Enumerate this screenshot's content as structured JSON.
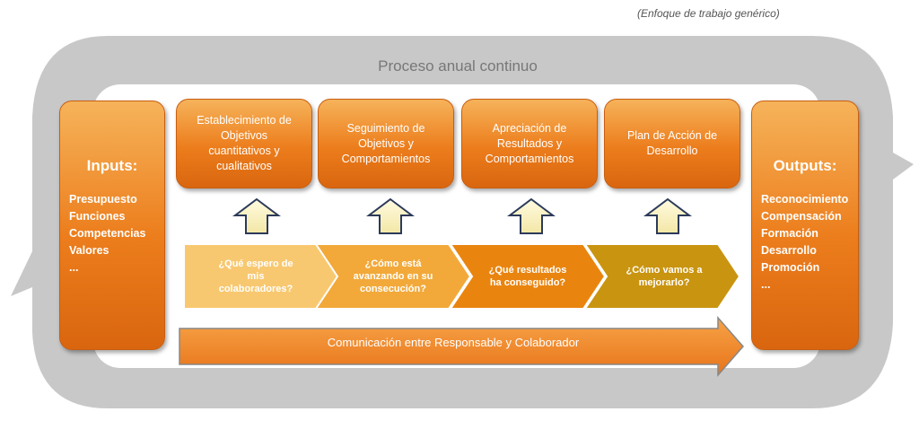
{
  "subtitle": "(Enfoque de trabajo genérico)",
  "cycle_title": "Proceso anual continuo",
  "inputs": {
    "title": "Inputs:",
    "items": [
      "Presupuesto",
      "Funciones",
      "Competencias",
      "Valores",
      "..."
    ]
  },
  "outputs": {
    "title": "Outputs:",
    "items": [
      "Reconocimiento",
      "Compensación",
      "Formación",
      "Desarrollo",
      "Promoción",
      "..."
    ]
  },
  "stages": [
    {
      "lines": [
        "Establecimiento de",
        "Objetivos",
        "cuantitativos y",
        "cualitativos"
      ]
    },
    {
      "lines": [
        "Seguimiento de",
        "Objetivos y",
        "Comportamientos"
      ]
    },
    {
      "lines": [
        "Apreciación de",
        "Resultados y",
        "Comportamientos"
      ]
    },
    {
      "lines": [
        "Plan de Acción de",
        "Desarrollo"
      ]
    }
  ],
  "questions": [
    {
      "lines": [
        "¿Qué espero de",
        "mis",
        "colaboradores?"
      ],
      "color": "#f8c870"
    },
    {
      "lines": [
        "¿Cómo está",
        "avanzando en su",
        "consecución?"
      ],
      "color": "#f2a93a"
    },
    {
      "lines": [
        "¿Qué resultados",
        "ha conseguido?"
      ],
      "color": "#e9850f"
    },
    {
      "lines": [
        "¿Cómo vamos a",
        "mejorarlo?"
      ],
      "color": "#c99410"
    }
  ],
  "communication_label": "Comunicación entre Responsable y Colaborador",
  "colors": {
    "cycle_gray": "#c8c8c8",
    "box_orange": "#ec7d1c",
    "arrow_orange": "#f08a2c"
  },
  "icons": [
    "up-arrow-icon",
    "chevron-arrow-icon",
    "right-arrow-icon"
  ]
}
